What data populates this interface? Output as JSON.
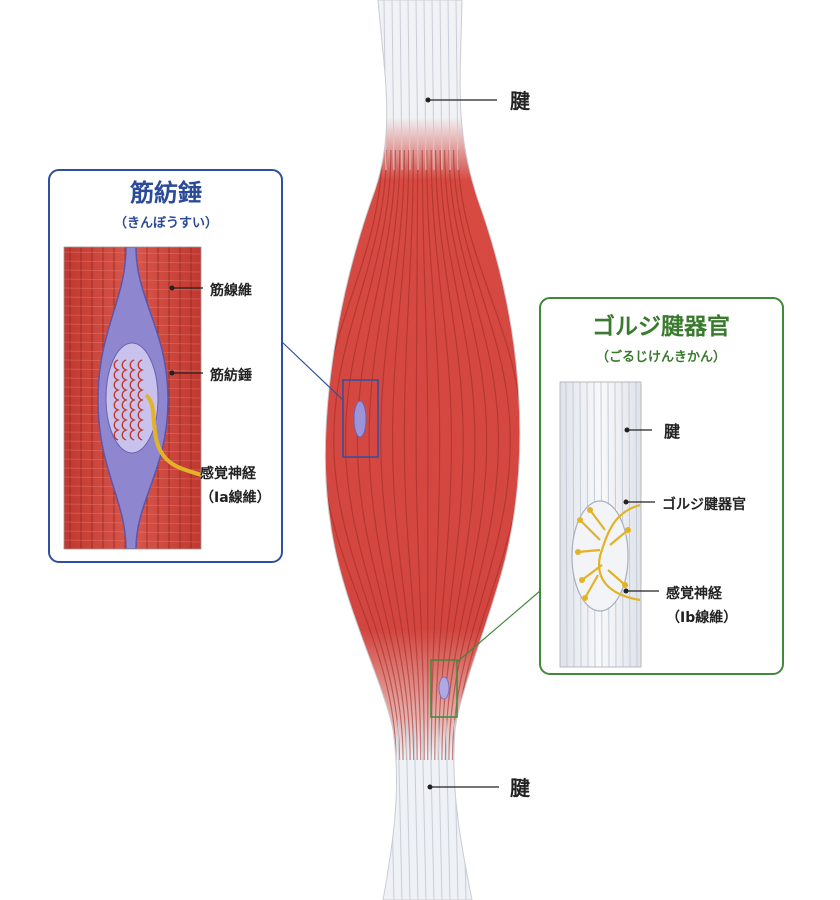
{
  "labels": {
    "tendon_top": "腱",
    "tendon_bottom": "腱"
  },
  "spindle_panel": {
    "title": "筋紡錘",
    "reading": "（きんぼうすい）",
    "label_fiber": "筋線維",
    "label_spindle": "筋紡錘",
    "label_nerve": "感覚神経",
    "label_nerve_type": "（Ia線維）",
    "frame_color": "#2f4f9f"
  },
  "golgi_panel": {
    "title": "ゴルジ腱器官",
    "reading": "（ごるじけんきかん）",
    "label_tendon": "腱",
    "label_organ": "ゴルジ腱器官",
    "label_nerve": "感覚神経",
    "label_nerve_type": "（Ib線維）",
    "frame_color": "#3f8a3a"
  },
  "colors": {
    "muscle": "#d2473f",
    "muscle_dark": "#a82c2a",
    "tendon": "#eef1f5",
    "spindle": "#8f86d0",
    "nerve": "#e2b327"
  }
}
